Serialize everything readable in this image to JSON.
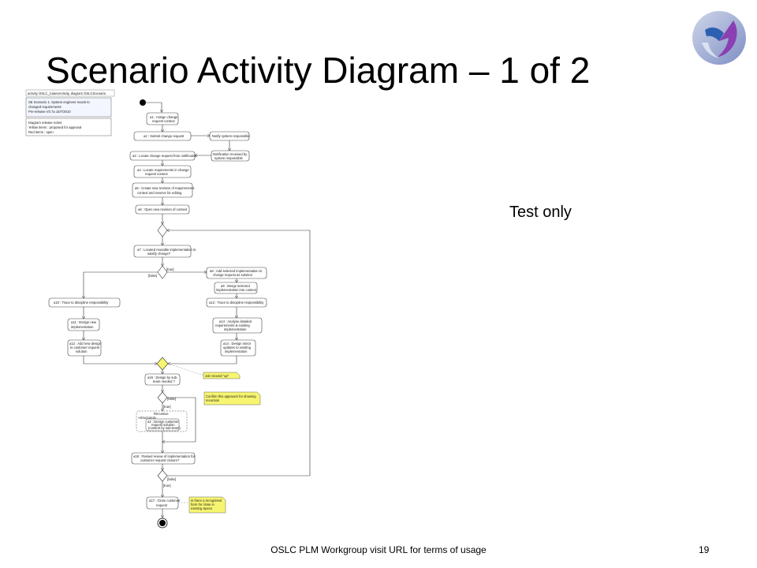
{
  "slide": {
    "title": "Scenario Activity Diagram – 1 of 2",
    "side_note": "Test only",
    "footer": "OSLC PLM Workgroup visit URL for terms of usage",
    "page_number": "19"
  },
  "diagram": {
    "header": "activity OSLC_CasesActivity, diagram OSLCScenario",
    "scenario_note": [
      "SE Scenario 1: System engineer reacts to",
      "changed requirements",
      "Pre-release V0.7a 16/7/2010"
    ],
    "release_note": [
      "Diagram release notes:",
      "Yellow items : proposed for approval",
      "Red items : open"
    ],
    "actions": {
      "a1": [
        "a1 : Assign change",
        "request context"
      ],
      "a2": [
        "a2 : Submit change request"
      ],
      "notify": [
        "Notify system responsible"
      ],
      "notification": [
        "Notification received by",
        "system responsible"
      ],
      "a3": [
        "a3 : Locate change request from notification"
      ],
      "a4": [
        "a4 : Locate requirements in change",
        "request context"
      ],
      "a5": [
        "a5 : Create new revision of requirements",
        "context and reserve for editing"
      ],
      "a6": [
        "a6 : Open new revision of context"
      ],
      "a7": [
        "a7 : Located reusable implementation to",
        "satisfy change?"
      ],
      "a8": [
        "a8 : Add selected implementation to",
        "change request as solution"
      ],
      "a9": [
        "a9 : Merge selected",
        "implementation into context"
      ],
      "a10": [
        "a10 : Trace to discipline responsibility"
      ],
      "a11": [
        "a11 : Design new",
        "implementation"
      ],
      "a12": [
        "a12 : Add new design",
        "to customer request",
        "solution"
      ],
      "a13": [
        "a13 : Trace to discipline responsibility"
      ],
      "a14": [
        "a14 : Analyse detailed",
        "requirements & existing",
        "implementation"
      ],
      "a15": [
        "a14 : Design minor",
        "updates to existing",
        "implementation"
      ],
      "a16": [
        "a16 : Design by sub-",
        "team needed ?"
      ],
      "a_recursive": [
        "a2 : Design customer",
        "request solution",
        "(content by sub-team)"
      ],
      "a18": [
        "a18 : Passed review of implementation for",
        "customer request closure?"
      ],
      "a17": [
        "a17 : Close customer",
        "request"
      ]
    },
    "recursive_label": [
      "Recursive",
      "«structured»"
    ],
    "guards": {
      "true": "[true]",
      "false": "[false]"
    },
    "yellow_notes": {
      "join_moved": "Join moved \"up\"",
      "confirm": [
        "Confirm this approach for showing",
        "recursion"
      ],
      "recognised": [
        "Is there a recognised",
        "form for close in",
        "existing Specs"
      ]
    }
  },
  "colors": {
    "logo_blue": "#2d5fb0",
    "logo_purple": "#8a3fb2",
    "note_blue": "#1a3fa8",
    "yellow": "#f7f570"
  }
}
